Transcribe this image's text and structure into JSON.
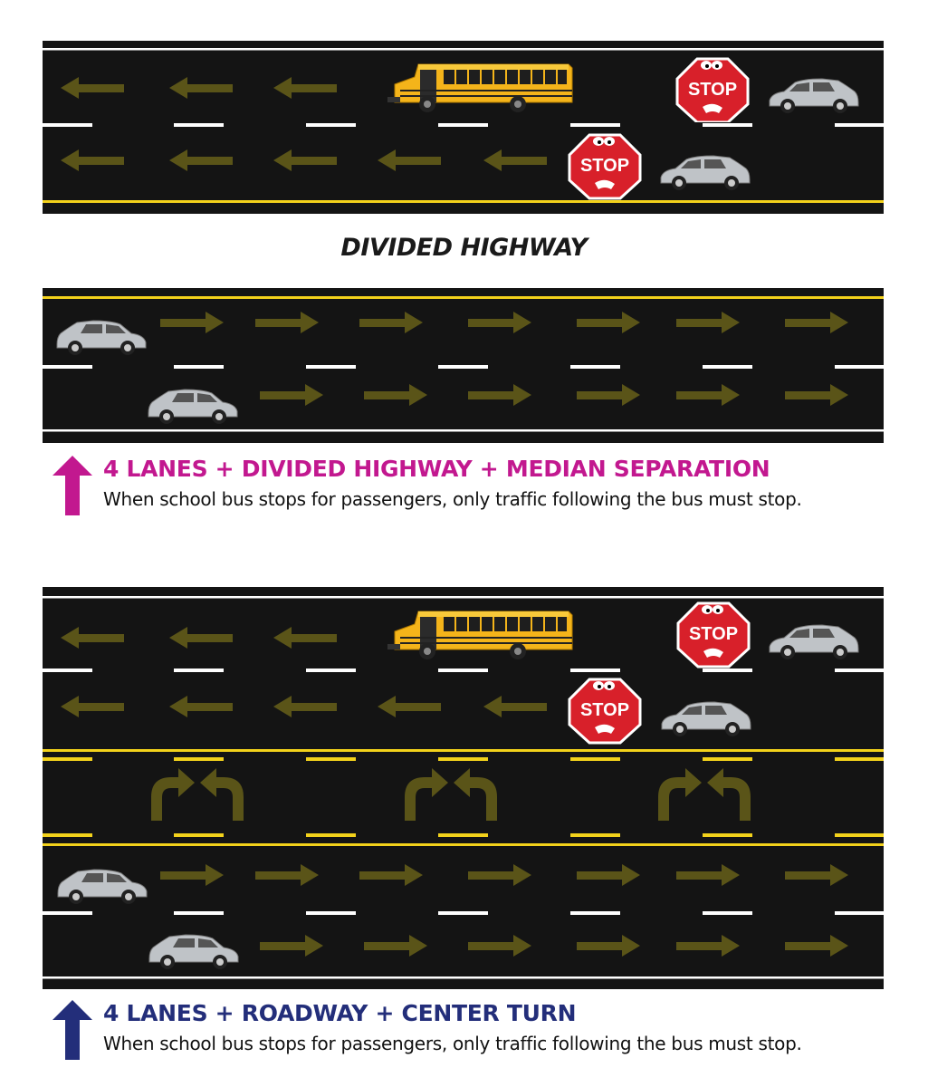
{
  "diagram_1": {
    "heading": "DIVIDED HIGHWAY",
    "stop_sign_text": "STOP",
    "caption_title": "4 LANES + DIVIDED HIGHWAY + MEDIAN SEPARATION",
    "caption_desc": "When school bus stops for passengers, only traffic following the bus must stop.",
    "caption_color": "#c2188f"
  },
  "diagram_2": {
    "stop_sign_text": "STOP",
    "caption_title": "4 LANES + ROADWAY + CENTER TURN",
    "caption_desc": "When school bus stops for passengers, only traffic following the bus must stop.",
    "caption_color": "#232e7a"
  },
  "colors": {
    "road": "#141414",
    "lane_line": "#ffffff",
    "center_line": "#f3d21b",
    "arrow": "#5a5418",
    "bus": "#f4b41a",
    "stop_sign": "#d8202a",
    "car": "#bfc3c7"
  }
}
